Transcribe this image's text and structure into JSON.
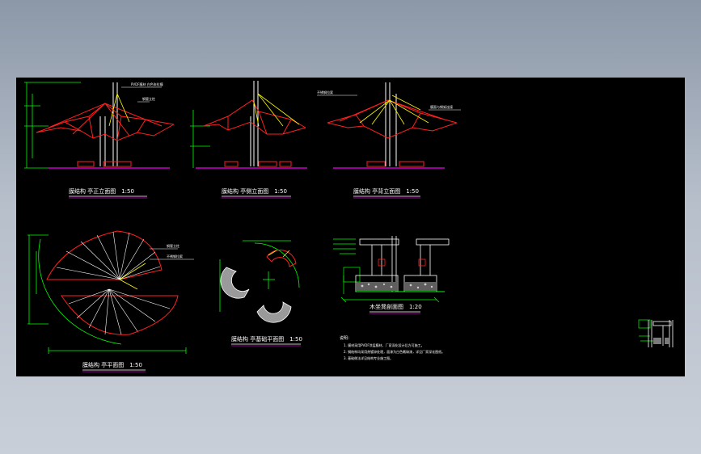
{
  "drawing": {
    "elevation_titles": [
      "膜结构 亭正立面图　1:50",
      "膜结构 亭侧立面图　1:50",
      "膜结构 亭背立面图　1:50"
    ],
    "plan_title": "膜结构 亭平面图　1:50",
    "foundation_plan_title": "膜结构 亭基础平面图　1:50",
    "section_title": "木坐凳剖面图　1:20",
    "annotations": {
      "top_fabric": "PVDF膜材 白色张拉膜",
      "steel_col": "钢管立柱",
      "cable": "不锈钢拉索",
      "side_note": "膜面与钢架连接",
      "plan_a": "钢管立柱",
      "plan_b": "不锈钢拉索"
    },
    "notes_title": "说明：",
    "notes": [
      "1. 膜材采用PVDF涂层膜材，厂家深化设计后方可施工。",
      "2. 钢结构均采用热镀锌处理，面漆为白色氟碳漆，详见厂家深化图纸。",
      "3. 基础做法详见结构专业施工图。"
    ],
    "colors": {
      "background": "#000000",
      "membrane": "#ff2020",
      "ground": "#cc00cc",
      "dimension": "#00ff00",
      "cable": "#ffff00",
      "steel": "#ffffff",
      "title_underline": "#ffffff"
    }
  }
}
